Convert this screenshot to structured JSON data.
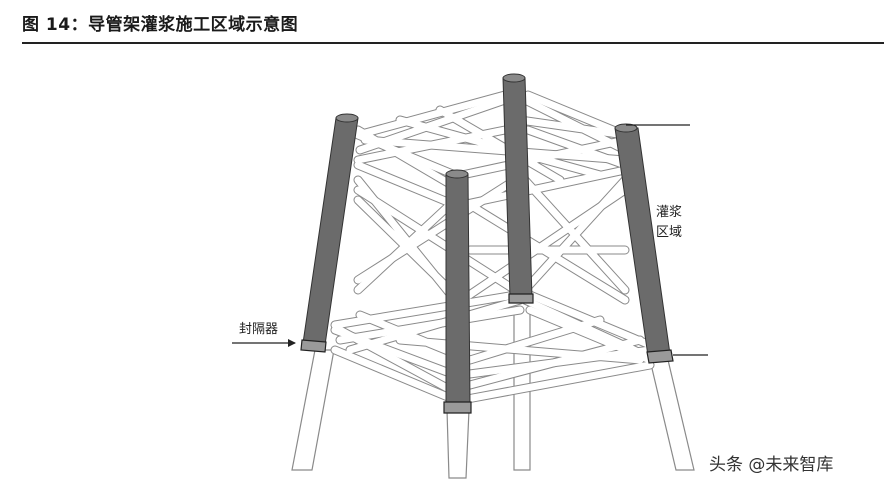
{
  "figure": {
    "title": "图 14：导管架灌浆施工区域示意图"
  },
  "labels": {
    "grout_zone": "灌浆\n区域",
    "packer": "封隔器"
  },
  "watermark": "头条 @未来智库",
  "colors": {
    "pile": "#6b6b6b",
    "brace_fill": "#ffffff",
    "brace_stroke": "#777777",
    "text": "#222222"
  }
}
